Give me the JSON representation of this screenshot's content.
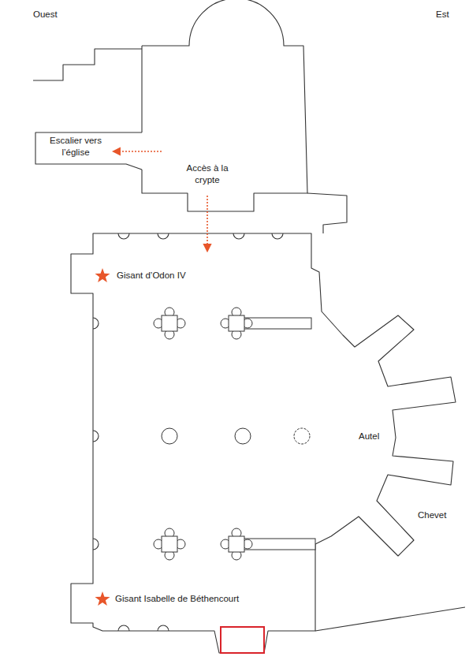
{
  "diagram": {
    "labels": [
      "Ouest",
      "Est",
      "Escalier vers l’église",
      "Accès à la crypte",
      "Gisant d’Odon IV",
      "Autel",
      "Chevet",
      "Gisant Isabelle de Béthencourt"
    ]
  }
}
